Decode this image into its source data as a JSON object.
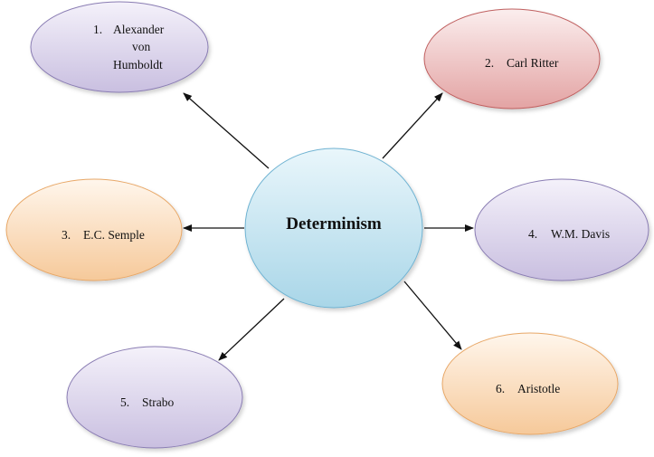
{
  "center": {
    "label": "Determinism"
  },
  "nodes": [
    {
      "id": "humboldt",
      "number": "1.",
      "lines": [
        "Alexander",
        "von",
        "Humboldt"
      ],
      "color": "purple"
    },
    {
      "id": "ritter",
      "number": "2.",
      "lines": [
        "Carl Ritter"
      ],
      "color": "red"
    },
    {
      "id": "semple",
      "number": "3.",
      "lines": [
        "E.C. Semple"
      ],
      "color": "orange"
    },
    {
      "id": "davis",
      "number": "4.",
      "lines": [
        "W.M. Davis"
      ],
      "color": "purple"
    },
    {
      "id": "strabo",
      "number": "5.",
      "lines": [
        "Strabo"
      ],
      "color": "purple"
    },
    {
      "id": "aristotle",
      "number": "6.",
      "lines": [
        "Aristotle"
      ],
      "color": "orange"
    }
  ],
  "colors": {
    "purple_top": "#f4f1fa",
    "purple_bottom": "#c9bfe0",
    "purple_stroke": "#8a7db3",
    "red_top": "#fbeeee",
    "red_bottom": "#e3a3a3",
    "red_stroke": "#c06060",
    "orange_top": "#fff6ec",
    "orange_bottom": "#f6c99a",
    "orange_stroke": "#e8a868",
    "center_top": "#e9f6fb",
    "center_bottom": "#a9d6e8",
    "center_stroke": "#6fb3d2",
    "arrow": "#111111"
  }
}
